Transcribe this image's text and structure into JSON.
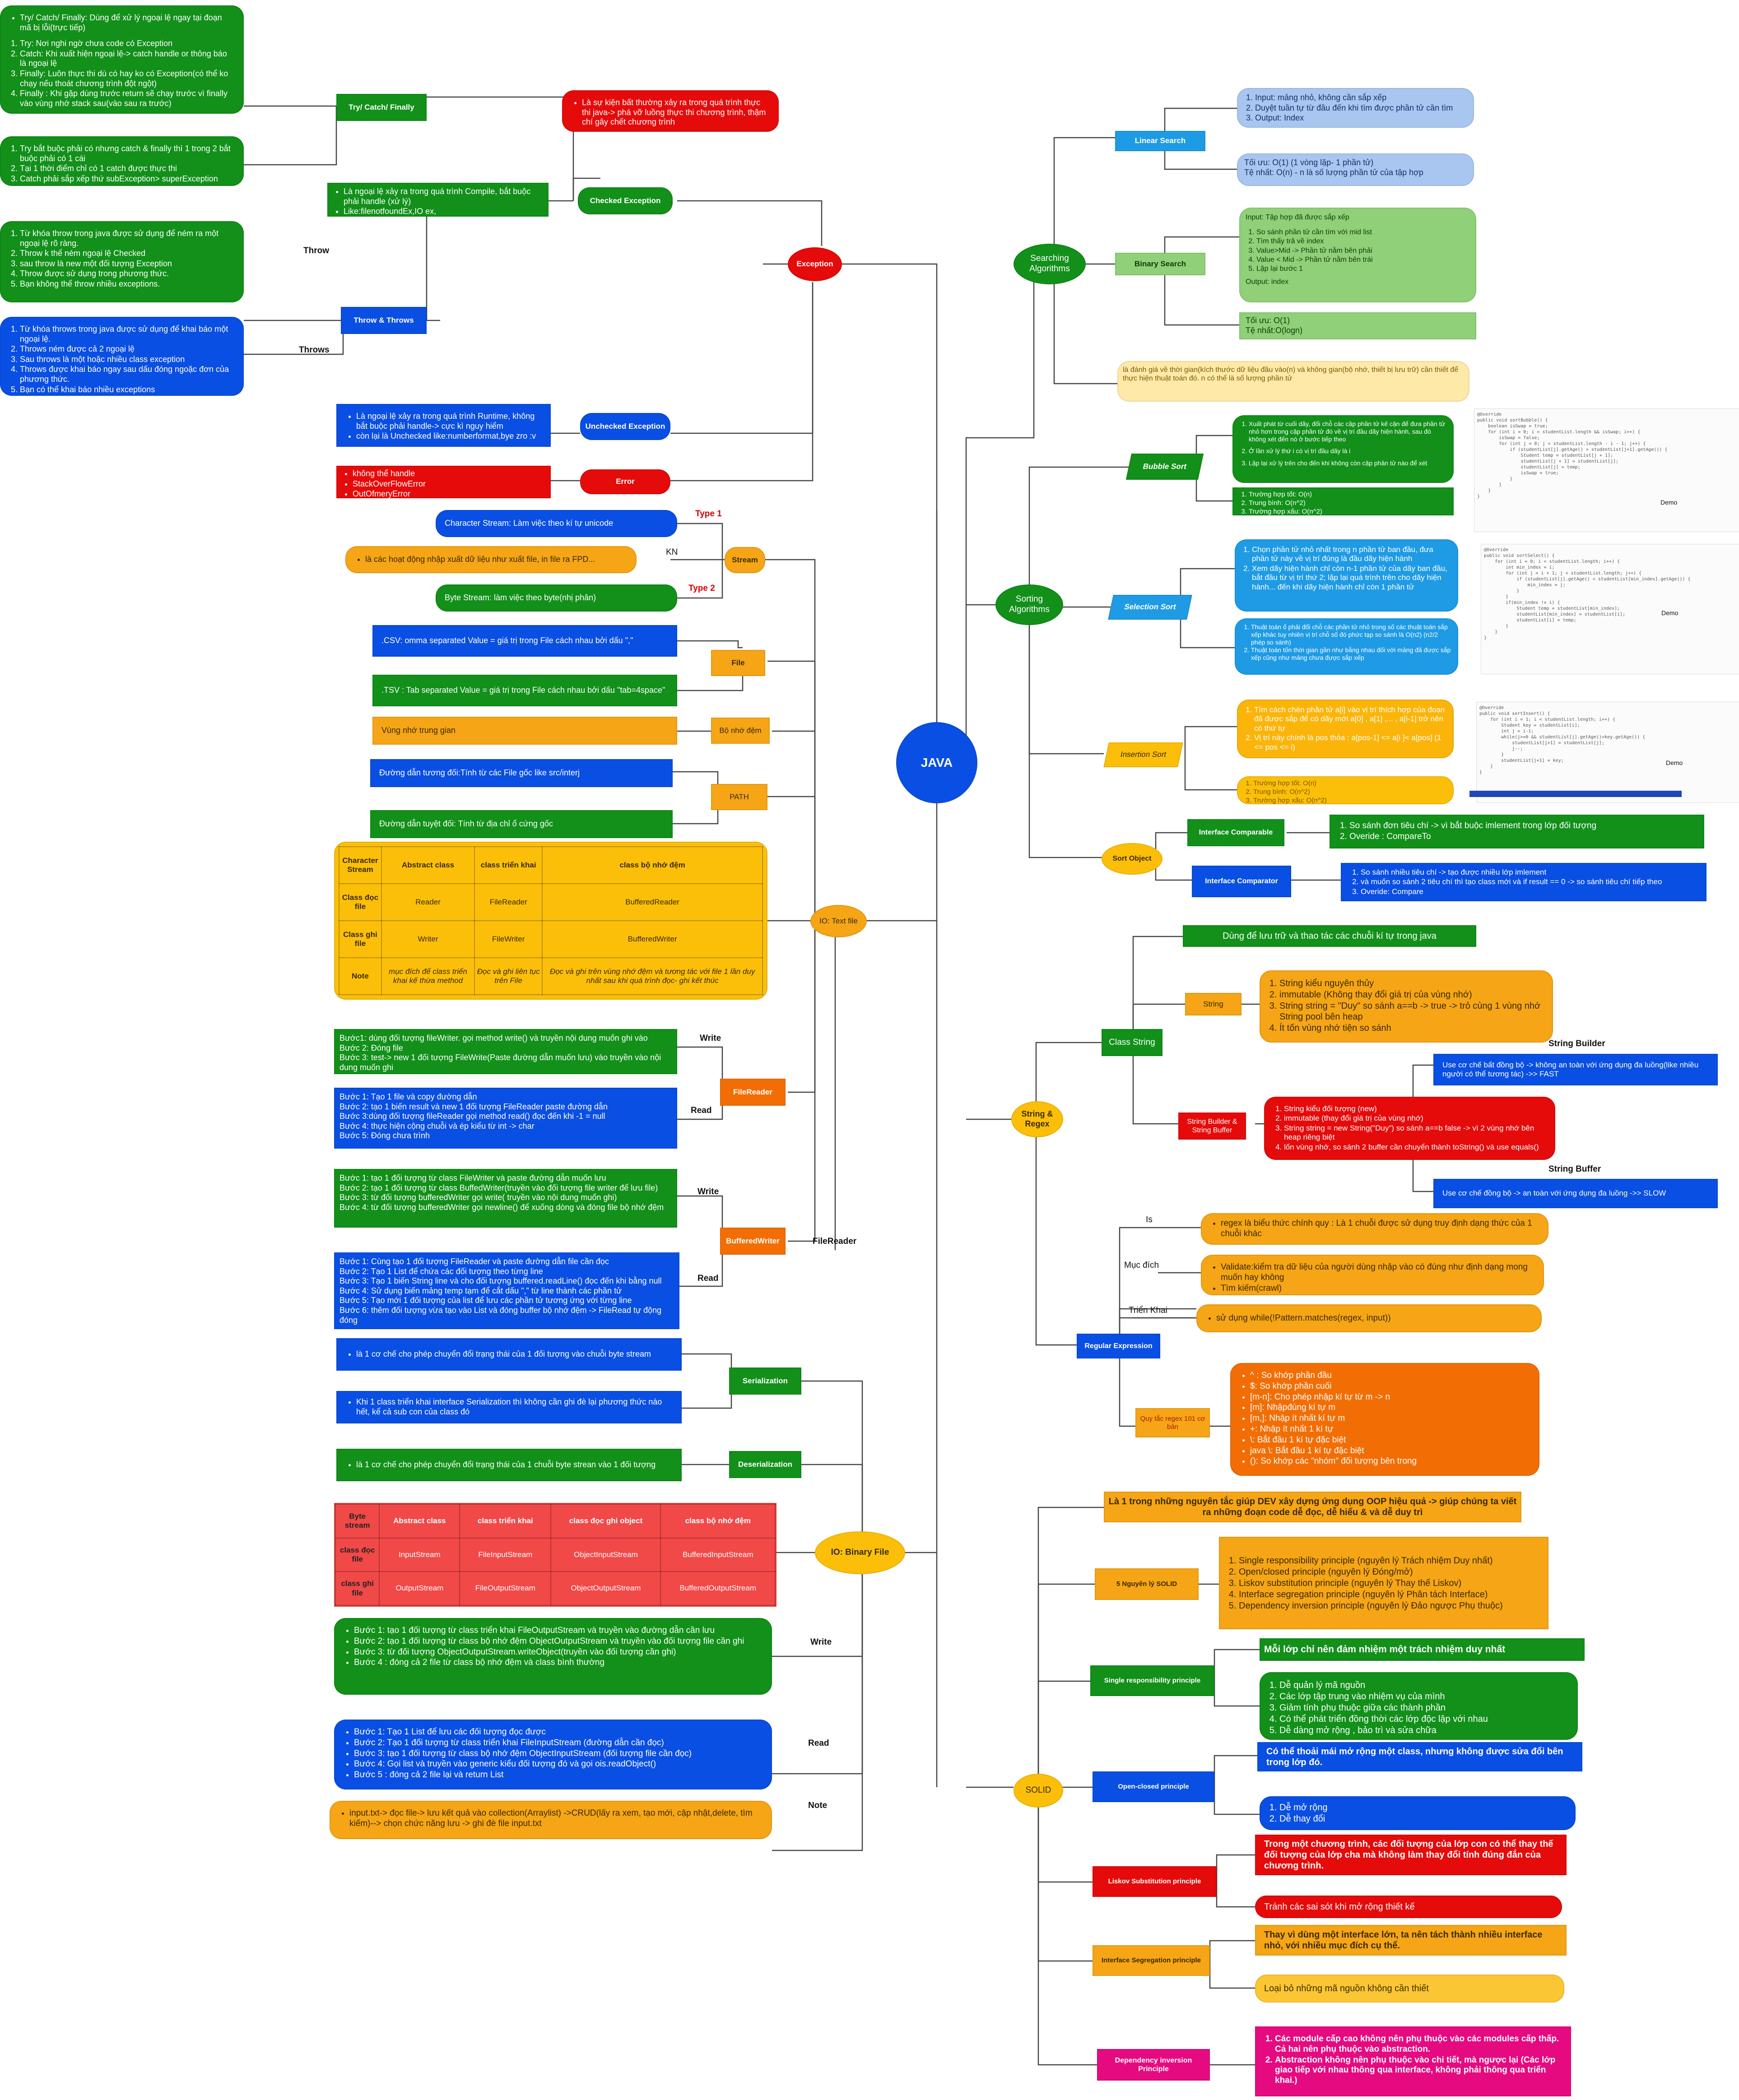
{
  "root": {
    "label": "JAVA"
  },
  "exception": {
    "label": "Exception",
    "definition": "Là sự kiện bất thường xảy ra trong quá trình thực thi java-> phá vỡ luồng thực thi chương trình, thậm chí gây chết chương trình",
    "checked": {
      "label": "Checked Exception",
      "desc": [
        "Là ngoại lệ xảy ra trong quá trình Compile, bắt buộc phải handle (xử lý)",
        "Like:filenotfoundEx,IO ex,"
      ]
    },
    "try_catch": {
      "label": "Try/ Catch/ Finally",
      "desc_title": "Try/ Catch/ Finally: Dùng để xử lý ngoại lệ ngay tại đoạn mã bị lỗi(trực tiếp)",
      "desc_items": [
        "Try: Nơi nghi ngờ chưa code có Exception",
        "Catch: Khi xuất hiện ngoại lệ-> catch handle or thông báo là ngoại lệ",
        "Finally: Luôn thực thi dù có hay ko có Exception(có thể ko chạy nếu thoát chương trình đột ngột)",
        "Finally : Khi gặp dùng trước return sẽ chạy trước vì finally vào vùng nhớ stack sau(vào sau ra trước)"
      ],
      "multi_catch": [
        "Try bắt buộc phải có nhưng catch & finally thì 1 trong 2 bắt buộc phải có 1 cái",
        "Tại 1 thời điểm chỉ có 1 catch được thực thi",
        "Catch phải sắp xếp thứ subException> superException"
      ]
    },
    "throw_throws": {
      "label": "Throw & Throws",
      "throw_label": "Throw",
      "throws_label": "Throws",
      "throw_items": [
        "Từ khóa throw trong java được sử dụng để ném ra một ngoại lệ rõ ràng.",
        "Throw k thể ném ngoại lệ Checked",
        "sau throw là new một đối tượng Exception",
        "Throw được sử dụng trong phương thức.",
        "Bạn không thể throw nhiều exceptions."
      ],
      "throws_items": [
        "Từ khóa throws trong java được sử dụng để khai báo một ngoại lệ.",
        "Throws ném được cả 2 ngoại lệ",
        "Sau throws là một hoặc nhiều class exception",
        "Throws được khai báo ngay sau dấu đóng ngoặc đơn của phương thức.",
        "Bạn có thể khai báo nhiều exceptions"
      ]
    },
    "unchecked": {
      "label": "Unchecked Exception",
      "desc": [
        "Là ngoại lệ xảy ra trong quá trình Runtime, không bắt buộc phải handle-> cực kì nguy hiểm",
        "còn lại là Unchecked like:numberformat,bye zro :v"
      ]
    },
    "error": {
      "label": "Error",
      "desc": [
        "không thể handle",
        "StackOverFlowError",
        "OutOfmeryError"
      ]
    }
  },
  "stream": {
    "label": "Stream",
    "kn_label": "KN",
    "kn_desc": "là các hoạt động nhập xuất dữ liệu như xuất file, in file ra FPD...",
    "type1_label": "Type 1",
    "type2_label": "Type 2",
    "character": "Character Stream: Làm việc theo kí tự unicode",
    "byte": "Byte Stream: làm việc theo byte(nhị phân)"
  },
  "file": {
    "label": "File",
    "csv": ".CSV: omma separated Value = giá trị trong File cách nhau bởi dấu \",\"",
    "tsv": ".TSV : Tab separated Value = giá trị trong File cách nhau bởi dấu \"tab=4space\"",
    "buffer_label": "Bộ nhớ đệm",
    "buffer_desc": "Vùng nhớ trung gian",
    "path_label": "PATH",
    "relative": "Đường dẫn tương đối:Tính từ các File gốc like src/interj",
    "absolute": "Đường dẫn tuyệt đối: Tính từ địa chỉ ổ cứng gốc"
  },
  "text_file_table": {
    "headers": [
      "Character Stream",
      "Abstract class",
      "class triển khai",
      "class bộ nhớ đệm"
    ],
    "rows": [
      [
        "Class đọc file",
        "Reader",
        "FileReader",
        "BufferedReader"
      ],
      [
        "Class ghi file",
        "Writer",
        "FileWriter",
        "BufferedWriter"
      ],
      [
        "Note",
        "mục đích để class triển khai kế thừa method",
        "Đọc và ghi liên tục trên File",
        "Đọc và ghi trên vùng nhớ đệm và tương tác với file 1 lần duy nhất sau khi quá trình đọc- ghi kết thúc"
      ]
    ]
  },
  "io_text": {
    "label": "IO: Text file",
    "filereader_label": "FileReader",
    "write_label": "Write",
    "read_label": "Read",
    "fr_node": "FileReader",
    "fr_write": [
      "Bước1: dùng đối tượng fileWriter. gọi method write() và truyền nội dung muốn ghi vào",
      "Bước 2: Đóng file",
      "Bước 3: test-> new 1 đối tượng FileWrite(Paste đường dẫn muốn lưu) vào truyền vào nội dung muốn ghi"
    ],
    "fr_read": [
      "Bước 1: Tạo 1 file và copy đường dẫn",
      "Bước 2: tạo 1 biến result và new 1 đối tượng FileReader paste đường dẫn",
      "Bước 3:dùng đối tượng fileReader gọi method read() đọc đến khi -1 = null",
      "Bước 4: thực hiện cộng chuỗi và ép kiểu từ int -> char",
      "Bước 5: Đóng chưa trình"
    ],
    "bw_node": "BufferedWriter",
    "bw_write": [
      "Bước 1: tạo 1 đối tượng từ class FileWriter và paste đường dẫn muốn lưu",
      "Bước 2: tạo 1 đối tượng từ class BuffedWriter(truyền vào đối tượng file writer để lưu file)",
      "Bước 3: từ đối tượng bufferedWriter gọi write( truyền vào nội dung muốn ghi)",
      "Bước 4: từ đối tượng bufferedWriter gọi newline() để xuống dòng và đóng file bộ nhớ đệm"
    ],
    "bw_read": [
      "Bước 1: Cùng tạo 1 đối tượng FileReader và paste đường dẫn file cần đọc",
      "Bước 2: Tạo 1 List để chứa các đối tượng theo từng line",
      "Bước 3: Tạo 1 biến String line và cho đối tượng buffered.readLine() đọc đến khi bằng null",
      "Bước 4: Sử dụng biến mảng temp tạm để cắt dấu \",\" từ line thành các phần tử",
      "Bước 5: Tạo mới 1 đối tượng của list để lưu các phần tử tương ứng với từng line",
      "Bước 6: thêm đối tượng vừa tạo vào List và đóng buffer bộ nhớ đệm -> FileRead tự động đóng"
    ]
  },
  "io_binary": {
    "label": "IO: Binary File",
    "serialization_label": "Serialization",
    "serialization_desc": "là 1 cơ chế cho phép chuyển đổi trạng thái của 1 đối tượng vào chuỗi byte stream",
    "serialization_note": "Khi 1 class triển khai interface Serialization thì không cần ghi đè lại phương thức nào hết, kể cả sub con của class đó",
    "deserialization_label": "Deserialization",
    "deserialization_desc": "là 1 cơ chế cho phép chuyển đổi trạng thái của 1 chuỗi byte strean vào 1 đối tượng",
    "table_headers": [
      "Byte stream",
      "Abstract class",
      "class triển khai",
      "class đọc ghi object",
      "class bộ nhớ đệm"
    ],
    "table_rows": [
      [
        "class đọc file",
        "InputStream",
        "FileInputStream",
        "ObjectInputStream",
        "BufferedInputStream"
      ],
      [
        "class ghi file",
        "OutputStream",
        "FileOutputStream",
        "ObjectOutputStream",
        "BufferedOutputStream"
      ]
    ],
    "write_label": "Write",
    "read_label": "Read",
    "note_label": "Note",
    "write_steps": [
      "Bước 1: tạo 1 đối tượng từ class triển khai FileOutputStream và truyền vào đường dẫn cần lưu",
      "Bước 2: tạo 1 đối tượng từ class bộ nhớ đệm ObjectOutputStream và truyền vào đối tượng file cần ghi",
      "Bước 3: từ đối tượng ObjectOutputStream.writeObject(truyền vào đối tượng cần ghi)",
      "Bước 4 : đóng cả 2 file từ class bộ nhớ đệm và class bình thường"
    ],
    "read_steps": [
      "Bước 1: Tạo 1 List để lưu các đối tượng đọc được",
      "Bước 2: Tạo 1 đối tượng từ class triển khai FileInputStream (đường dẫn cần đọc)",
      "Bước 3: tạo 1 đối tượng từ class bộ nhớ đệm ObjectInputStream (đối tượng file cần đọc)",
      "Bước 4: Gọi list và truyền vào generic kiểu đối tượng đó và gọi ois.readObject()",
      "Bước 5 : đóng cả 2 file lại và return List"
    ],
    "note_steps": [
      "input.txt-> đọc file-> lưu kết quả vào collection(Arraylist) ->CRUD(lấy ra xem, tạo mới, cập nhật,delete, tìm kiếm)--> chọn chức năng lưu -> ghi đè file input.txt"
    ]
  },
  "searching": {
    "label": "Searching Algorithms",
    "linear": {
      "label": "Linear Search",
      "steps": [
        "Input: mảng nhỏ, không cần sắp xếp",
        "Duyệt tuần tự từ đầu đến khi tìm được phần tử cần tìm",
        "Output: Index"
      ],
      "complexity": [
        "Tối ưu: O(1) (1 vòng lặp- 1 phần tử)",
        "Tệ nhất: O(n) - n là số lượng phần tử của tập hợp"
      ]
    },
    "binary": {
      "label": "Binary Search",
      "input": "Input: Tập hợp đã được sắp xếp",
      "steps": [
        "So sánh phần tử cần tìm với mid list",
        "Tìm thấy trả về index",
        "Value>Mid -> Phần tử nằm bên phải",
        "Value < Mid -> Phần tử nằm bên trái",
        "Lặp lại bước 1"
      ],
      "output": "Output: index",
      "complexity": [
        "Tối ưu: O(1)",
        "Tệ nhất:O(logn)"
      ]
    },
    "note": "là đánh giá về thời gian(kích thước dữ liệu đầu vào(n) và không gian(bộ nhớ, thiết bị lưu trữ) cần thiết để thực hiện thuật toán đó. n có thể là số lượng phần tử"
  },
  "sorting": {
    "label": "Sorting Algorithms",
    "bubble": {
      "label": "Bubble Sort",
      "steps": [
        "Xuất phát từ cuối dãy, đổi chỗ các cặp phần tử kế cận để đưa phần tử nhỏ hơn trong cặp phần tử đó về vị trí đầu dãy hiện hành, sau đó không xét đến nó ở bước tiếp theo",
        "Ở lần xử lý thứ i có vị trí đầu dãy là i",
        "Lặp lại xử lý trên cho đến khi không còn cặp phần tử nào để xét"
      ],
      "complexity": [
        "Trường hợp tốt: O(n)",
        "Trung bình: O(n^2)",
        "Trường hợp xấu: O(n^2)"
      ]
    },
    "selection": {
      "label": "Selection Sort",
      "steps": [
        "Chọn phần tử nhỏ nhất trong n phần tử ban đầu, đưa phần tử này về vị trí đúng là đầu dãy hiện hành",
        "Xem dãy hiện hành chỉ còn n-1 phần tử của dãy ban đầu, bắt đầu từ vị trí thứ 2; lặp lại quá trình trên cho dãy hiện hành... đến khi dãy hiện hành chỉ còn 1 phần tử"
      ],
      "complexity": [
        "Thuật toán ổ phải đổi chỗ các phần tử nhỏ trong số các thuật toán sắp xếp khác tuy nhiên vị trí chỗ số đó phức tạp so sánh là O(n2) (n2/2 phép so sánh)",
        "Thuật toán tốn thời gian gần như bằng nhau đối với mảng đã được sắp xếp cũng như mảng chưa được sắp xếp"
      ]
    },
    "insertion": {
      "label": "Insertion Sort",
      "steps": [
        "Tìm cách chèn phần tử a[i] vào vị trí thích hợp của đoạn đã được sắp để có dãy mới a[0] , a[1] ,... , a[i-1] trở nên có thứ tự",
        "Vị trí này chính là pos thỏa : a[pos-1] <= a[i ]< a[pos] (1 <= pos <= i)"
      ],
      "complexity": [
        "Trường hợp tốt: O(n)",
        "Trung bình: O(n^2)",
        "Trường hợp xấu: O(n^2)"
      ]
    },
    "sort_object": {
      "label": "Sort Object",
      "comparable": "Interface Comparable",
      "comparable_desc": [
        "So sánh đơn tiêu chí -> vì bắt buộc imlement trong lớp đối tượng",
        "Overide : CompareTo"
      ],
      "comparator": "Interface Comparator",
      "comparator_desc": [
        "So sánh nhiều tiêu chí -> tạo được nhiều lớp imlement",
        "và muốn so sánh 2 tiêu chí thì tạo class mới và if result == 0 -> so sánh tiêu chí tiếp theo",
        "Overide: Compare"
      ]
    },
    "demo_label": "Demo"
  },
  "string_regex": {
    "label": "String & Regex",
    "class_string": {
      "label": "Class String",
      "desc": "Dùng để lưu trữ và thao tác các chuỗi kí tự trong java",
      "string_label": "String",
      "string_items": [
        "String kiểu nguyên thủy",
        "immutable (Không thay đổi giá trị của vùng nhớ)",
        "String string = \"Duy\" so sánh a==b -> true -> trỏ cùng 1 vùng nhớ String pool bên heap",
        "Ít tốn vùng nhớ tiện so sánh"
      ],
      "sb_label": "String Builder & String Buffer",
      "sb_items": [
        "String kiểu đối tượng (new)",
        "immutable (thay đổi giá trị của vùng nhớ)",
        "String string = new String(\"Duy\") so sánh a==b false -> vì 2 vùng nhớ bên heap riêng biệt",
        "lốn vùng nhớ, so sánh 2 buffer cần chuyển thành toString() và use equals()"
      ],
      "builder_title": "String Builder",
      "builder_desc": "Use cơ chế bất đồng bộ -> không an toàn với ứng dụng đa luồng(like nhiều người có thể tương tác) ->> FAST",
      "buffer_title": "String Buffer",
      "buffer_desc": "Use cơ chế đồng bộ -> an toàn với ứng dụng đa luồng ->> SLOW"
    },
    "regex": {
      "label": "Regular Expression",
      "is_label": "Is",
      "is_desc": "regex là biểu thức chính quy : Là 1 chuỗi được sử dụng truy định dạng thức của 1 chuỗi khác",
      "purpose_label": "Mục đích",
      "purpose_items": [
        "Validate:kiểm tra dữ liệu của người dùng nhập vào có đúng như định dạng mong muốn hay không",
        "Tìm kiếm(crawl)"
      ],
      "impl_label": "Triển Khai",
      "impl_desc": "sử dụng while(!Pattern.matches(regex, input))",
      "rules_label": "Quy tắc regex 101 cơ bản",
      "rules": [
        "^ : So khớp phần đầu",
        "$: So khớp phần cuối",
        "[m-n]: Cho phép nhập kí tự từ m -> n",
        "[m]: Nhậpđúng kí tự m",
        "[m,]: Nhập ít nhất kí tự m",
        "+: Nhập ít nhất 1 kí tự",
        "\\: Bắt đầu 1 kí tự đặc biệt",
        "java \\: Bắt đầu 1 kí tự đặc biệt",
        "(): So khớp các \"nhóm\" đối tượng bên trong"
      ]
    }
  },
  "solid": {
    "label": "SOLID",
    "intro": "Là 1 trong những nguyên tắc giúp DEV xây dựng ứng dụng OOP hiệu quả -> giúp chúng ta viết ra những đoạn code dễ đọc, dễ hiểu & và dễ duy trì",
    "five_label": "5 Nguyên lý SOLID",
    "five": [
      "Single responsibility principle (nguyên lý Trách nhiệm Duy nhất)",
      "Open/closed principle (nguyên lý Đóng/mở)",
      "Liskov substitution principle (nguyên lý Thay thế Liskov)",
      "Interface segregation principle (nguyên lý Phân tách Interface)",
      "Dependency inversion principle (nguyên lý Đảo ngược Phụ thuộc)"
    ],
    "srp": {
      "label": "Single responsibility principle",
      "main": "Mỗi lớp chỉ nên đảm nhiệm một trách nhiệm duy nhất",
      "items": [
        "Dễ quản lý mã nguồn",
        "Các lớp tập trung vào nhiệm vụ của mình",
        "Giảm tính phụ thuộc giữa các thành phần",
        "Có thể phát triển đồng thời các lớp độc lập với nhau",
        "Dễ dàng mở rộng , bảo trì và sửa chữa"
      ]
    },
    "ocp": {
      "label": "Open-closed principle",
      "main": "Có thể thoải mái mở rộng một class, nhưng không được sửa đổi bên trong lớp đó.",
      "items": [
        "Dễ mở rộng",
        "Dễ thay đổi"
      ]
    },
    "lsp": {
      "label": "Liskov Substitution principle",
      "main": "Trong một chương trình, các đối tượng của lớp con có thể thay thế đối tượng của lớp cha mà không làm thay đổi tính đúng đắn của chương trình.",
      "extra": "Tránh các sai sót khi mở rộng thiết kế"
    },
    "isp": {
      "label": "Interface Segregation principle",
      "main": "Thay vì dùng một interface lớn, ta nên tách thành nhiều interface nhỏ, với nhiều mục đích cụ thể.",
      "extra": "Loại bỏ những mã nguồn không cần thiết"
    },
    "dip": {
      "label": "Dependency inversion Principle",
      "items": [
        "Các module cấp cao không nên phụ thuộc vào các modules cấp thấp. Cả hai nên phụ thuộc vào abstraction.",
        "Abstraction không nên phụ thuộc vào chi tiết, mà ngược lại (Các lớp giao tiếp với nhau thông qua interface, không phải thông qua triển khai.)"
      ]
    }
  },
  "colors": {
    "root": "#0a4fe3",
    "exception": "#e50b0b",
    "green": "#12901a",
    "blue": "#0a4fe3",
    "orange": "#fbbf0a"
  }
}
